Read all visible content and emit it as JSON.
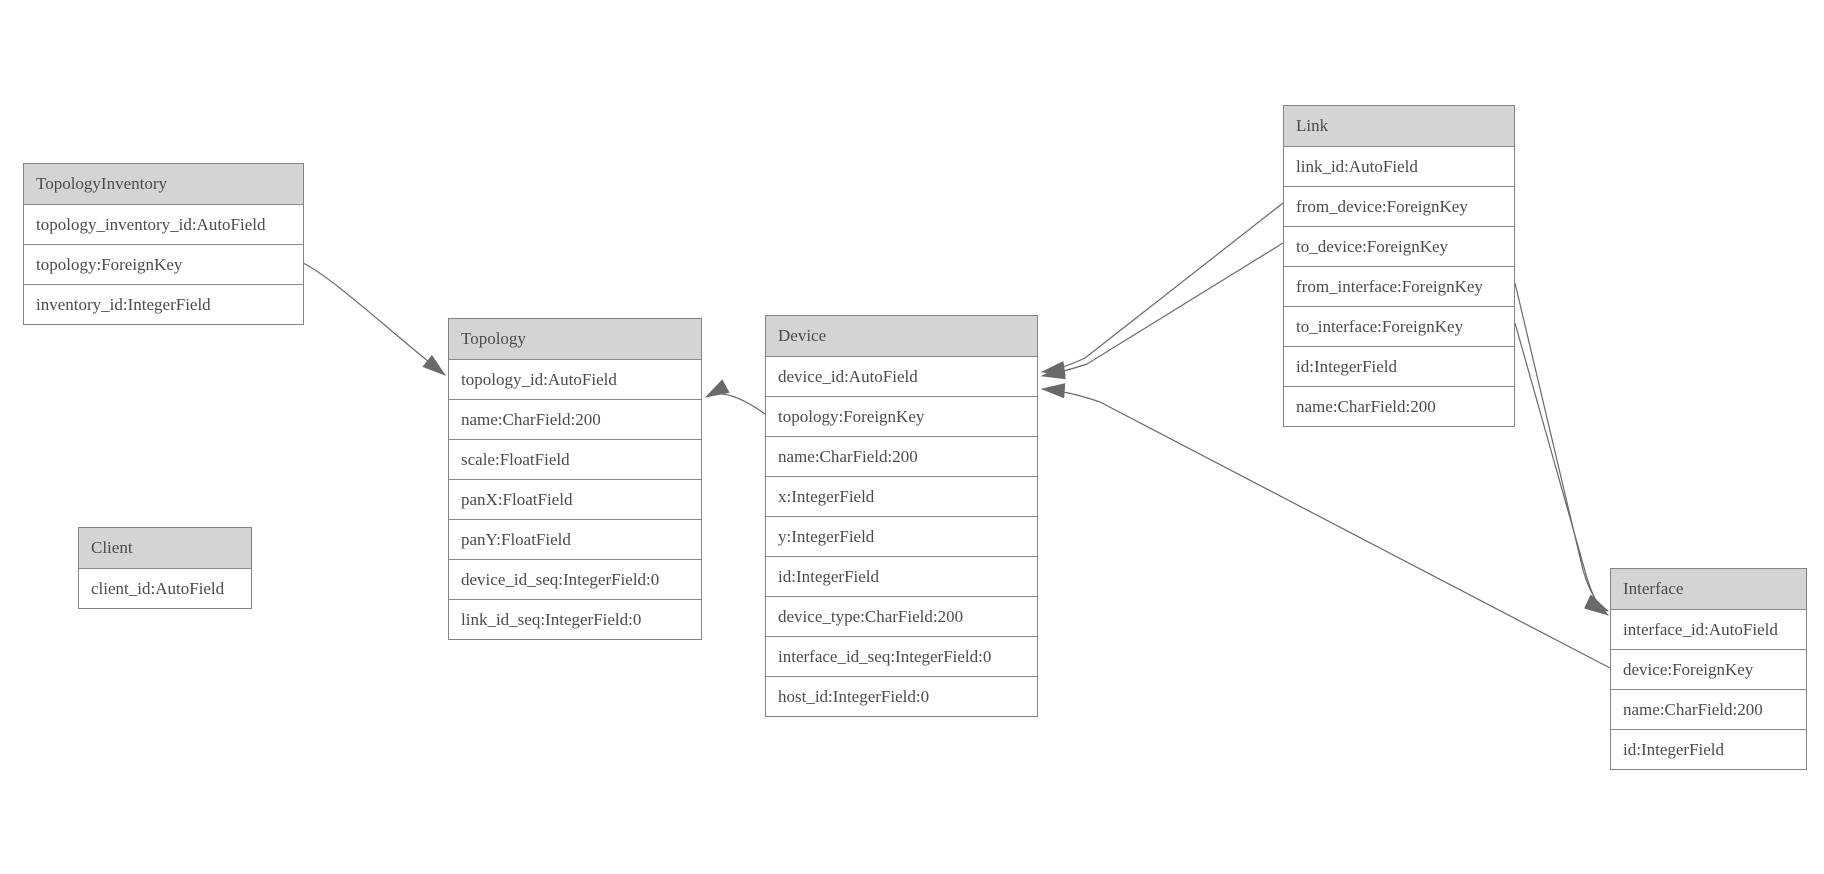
{
  "colors": {
    "header_fill": "#d4d4d4",
    "border": "#838383",
    "text": "#4b4b4b",
    "edge": "#696969",
    "background": "#ffffff"
  },
  "entities": {
    "topology_inventory": {
      "title": "TopologyInventory",
      "fields": [
        "topology_inventory_id:AutoField",
        "topology:ForeignKey",
        "inventory_id:IntegerField"
      ]
    },
    "topology": {
      "title": "Topology",
      "fields": [
        "topology_id:AutoField",
        "name:CharField:200",
        "scale:FloatField",
        "panX:FloatField",
        "panY:FloatField",
        "device_id_seq:IntegerField:0",
        "link_id_seq:IntegerField:0"
      ]
    },
    "client": {
      "title": "Client",
      "fields": [
        "client_id:AutoField"
      ]
    },
    "device": {
      "title": "Device",
      "fields": [
        "device_id:AutoField",
        "topology:ForeignKey",
        "name:CharField:200",
        "x:IntegerField",
        "y:IntegerField",
        "id:IntegerField",
        "device_type:CharField:200",
        "interface_id_seq:IntegerField:0",
        "host_id:IntegerField:0"
      ]
    },
    "link": {
      "title": "Link",
      "fields": [
        "link_id:AutoField",
        "from_device:ForeignKey",
        "to_device:ForeignKey",
        "from_interface:ForeignKey",
        "to_interface:ForeignKey",
        "id:IntegerField",
        "name:CharField:200"
      ]
    },
    "interface": {
      "title": "Interface",
      "fields": [
        "interface_id:AutoField",
        "device:ForeignKey",
        "name:CharField:200",
        "id:IntegerField"
      ]
    }
  },
  "relations": [
    {
      "from": "TopologyInventory.topology",
      "to": "Topology"
    },
    {
      "from": "Device.topology",
      "to": "Topology"
    },
    {
      "from": "Link.from_device",
      "to": "Device"
    },
    {
      "from": "Link.to_device",
      "to": "Device"
    },
    {
      "from": "Link.from_interface",
      "to": "Interface"
    },
    {
      "from": "Link.to_interface",
      "to": "Interface"
    },
    {
      "from": "Interface.device",
      "to": "Device"
    }
  ]
}
